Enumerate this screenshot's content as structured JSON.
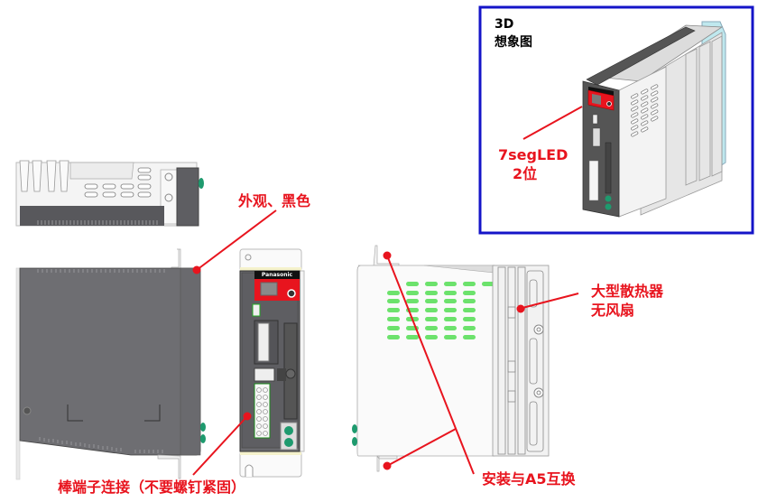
{
  "inset": {
    "title_line1": "3D",
    "title_line2": "想象图",
    "frame_color": "#1414c8",
    "led_label_line1": "7segLED",
    "led_label_line2": "2位"
  },
  "callouts": {
    "appearance": "外观、黑色",
    "heatsink_line1": "大型散热器",
    "heatsink_line2": "无风扇",
    "terminal": "棒端子连接（不要螺钉紧固）",
    "mounting": "安装与A5互换"
  },
  "front_panel": {
    "brand": "Panasonic"
  },
  "colors": {
    "annotation": "#e8141e",
    "body_dark": "#6e6e72",
    "vent_green": "#6ce26c",
    "panel_red": "#e8141e",
    "connector_teal": "#1e9a6e"
  }
}
